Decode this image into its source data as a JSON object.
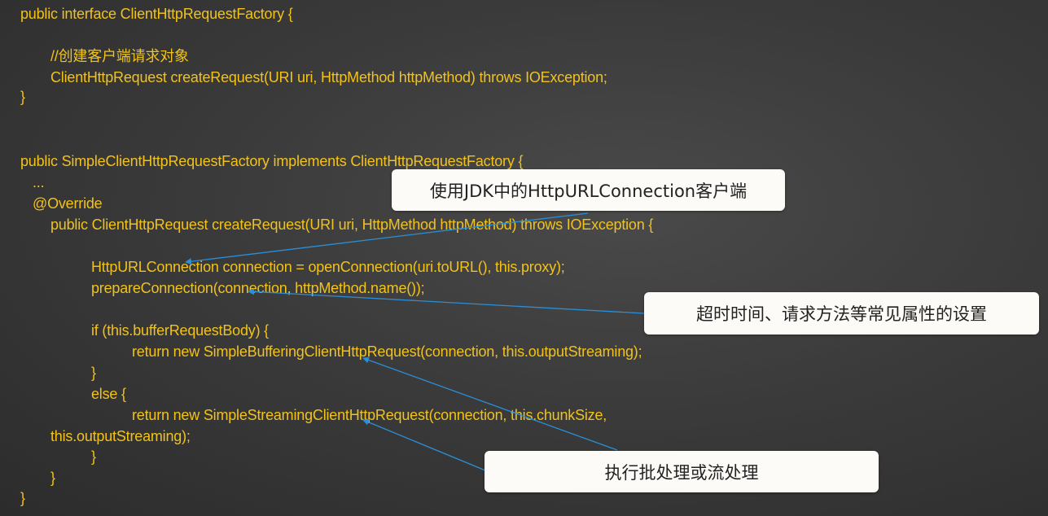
{
  "code_lines": [
    "public interface ClientHttpRequestFactory {",
    "//创建客户端请求对象",
    "ClientHttpRequest createRequest(URI uri, HttpMethod httpMethod) throws IOException;",
    "}",
    "public SimpleClientHttpRequestFactory implements ClientHttpRequestFactory {",
    "...",
    "@Override",
    "public ClientHttpRequest createRequest(URI uri, HttpMethod httpMethod) throws IOException {",
    "HttpURLConnection connection = openConnection(uri.toURL(), this.proxy);",
    "prepareConnection(connection, httpMethod.name());",
    "if (this.bufferRequestBody) {",
    "return new SimpleBufferingClientHttpRequest(connection, this.outputStreaming);",
    "}",
    "else {",
    "return new SimpleStreamingClientHttpRequest(connection, this.chunkSize,",
    "this.outputStreaming);",
    "}",
    "}",
    "}"
  ],
  "callouts": {
    "jdk": "使用JDK中的HttpURLConnection客户端",
    "timeout": "超时时间、请求方法等常见属性的设置",
    "batch": "执行批处理或流处理"
  },
  "colors": {
    "code_text": "#f2c21a",
    "arrow": "#2a8fd8",
    "callout_bg": "#fdfbf8"
  }
}
